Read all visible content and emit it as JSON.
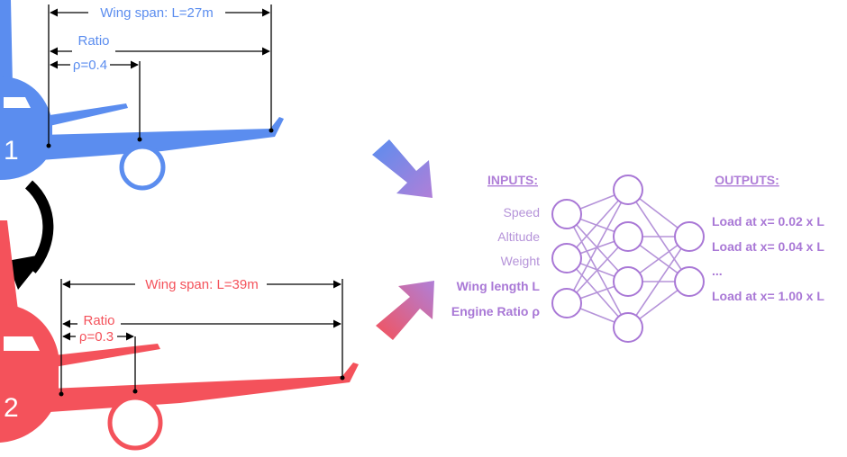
{
  "plane1": {
    "number": "1",
    "span_label": "Wing span: L=27m",
    "ratio_label": "Ratio",
    "rho_label": "ρ=0.4",
    "color": "#5b8def"
  },
  "plane2": {
    "number": "2",
    "span_label": "Wing span: L=39m",
    "ratio_label": "Ratio",
    "rho_label": "ρ=0.3",
    "color": "#f4525b"
  },
  "network": {
    "inputs_heading": "INPUTS:",
    "outputs_heading": "OUTPUTS:",
    "inputs": [
      "Speed",
      "Altitude",
      "Weight",
      "Wing length L",
      "Engine Ratio ρ"
    ],
    "outputs": [
      "Load at x= 0.02 x L",
      "Load at x= 0.04 x L",
      "...",
      "Load at x= 1.00 x L"
    ],
    "color": "#a978d6"
  }
}
